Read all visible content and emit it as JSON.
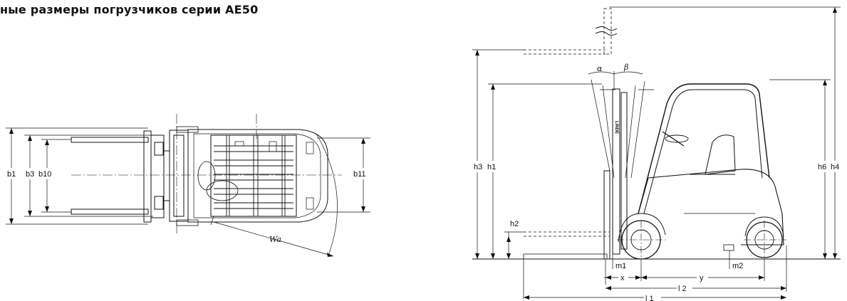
{
  "title": "ные размеры погрузчиков серии AE50",
  "top_view": {
    "labels": {
      "b1": "b1",
      "b3": "b3",
      "b10": "b10",
      "b11": "b11",
      "wa": "Wa"
    }
  },
  "side_view": {
    "labels": {
      "h1": "h1",
      "h2": "h2",
      "h3": "h3",
      "h4": "h4",
      "h6": "h6",
      "m1": "m1",
      "m2": "m2",
      "x": "x",
      "y": "y",
      "l1": "l 1",
      "l2": "l 2",
      "alpha": "α",
      "beta": "β",
      "brand": "LINDE"
    }
  },
  "colors": {
    "line": "#111111",
    "background": "#ffffff"
  }
}
